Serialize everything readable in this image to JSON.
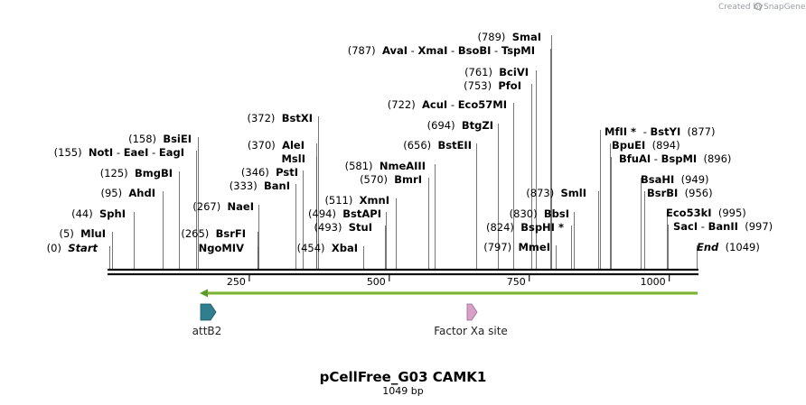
{
  "credit": {
    "text": "Created by",
    "brand": "SnapGene"
  },
  "title": "pCellFree_G03 CAMK1",
  "subtitle": "1049 bp",
  "sequence_length": 1049,
  "ticks": [
    {
      "value": 250,
      "label": "250"
    },
    {
      "value": 500,
      "label": "500"
    },
    {
      "value": 750,
      "label": "750"
    },
    {
      "value": 1000,
      "label": "1000"
    }
  ],
  "features": [
    {
      "name": "attB2",
      "label": "attB2",
      "position": 180,
      "color": "#2f7f8f",
      "direction": "forward"
    },
    {
      "name": "factor-xa-site",
      "label": "Factor Xa site",
      "position": 650,
      "color": "#d6a0c8",
      "direction": "forward"
    }
  ],
  "orf": {
    "color": "#8ac43f",
    "direction": "reverse"
  },
  "sites": [
    {
      "pos": "(0)",
      "parts": [
        {
          "t": "Start",
          "c": "it"
        }
      ],
      "at": 0
    },
    {
      "pos": "(5)",
      "parts": [
        {
          "t": "MluI",
          "c": "name"
        }
      ],
      "at": 5
    },
    {
      "pos": "(44)",
      "parts": [
        {
          "t": "SphI",
          "c": "name"
        }
      ],
      "at": 44
    },
    {
      "pos": "(95)",
      "parts": [
        {
          "t": "AhdI",
          "c": "name"
        }
      ],
      "at": 95
    },
    {
      "pos": "(125)",
      "parts": [
        {
          "t": "BmgBI",
          "c": "name"
        }
      ],
      "at": 125
    },
    {
      "pos": "(155)",
      "parts": [
        {
          "t": "NotI",
          "c": "name"
        },
        {
          "t": " - ",
          "c": "sep"
        },
        {
          "t": "EaeI",
          "c": "name"
        },
        {
          "t": " - ",
          "c": "sep"
        },
        {
          "t": "EagI",
          "c": "name"
        }
      ],
      "at": 155
    },
    {
      "pos": "(158)",
      "parts": [
        {
          "t": "BsiEI",
          "c": "name"
        }
      ],
      "at": 158
    },
    {
      "pos": "(265)",
      "parts": [
        {
          "t": "BsrFI",
          "c": "name"
        }
      ],
      "at": 265
    },
    {
      "pos": "",
      "parts": [
        {
          "t": "NgoMIV",
          "c": "name"
        }
      ],
      "at": 265
    },
    {
      "pos": "(267)",
      "parts": [
        {
          "t": "NaeI",
          "c": "name"
        }
      ],
      "at": 267
    },
    {
      "pos": "(333)",
      "parts": [
        {
          "t": "BanI",
          "c": "name"
        }
      ],
      "at": 333
    },
    {
      "pos": "(346)",
      "parts": [
        {
          "t": "PstI",
          "c": "name"
        }
      ],
      "at": 346
    },
    {
      "pos": "(370)",
      "parts": [
        {
          "t": "AleI",
          "c": "name"
        }
      ],
      "at": 370
    },
    {
      "pos": "",
      "parts": [
        {
          "t": "MslI",
          "c": "name"
        }
      ],
      "at": 370
    },
    {
      "pos": "(372)",
      "parts": [
        {
          "t": "BstXI",
          "c": "name"
        }
      ],
      "at": 372
    },
    {
      "pos": "(454)",
      "parts": [
        {
          "t": "XbaI",
          "c": "name"
        }
      ],
      "at": 454
    },
    {
      "pos": "(493)",
      "parts": [
        {
          "t": "StuI",
          "c": "name"
        }
      ],
      "at": 493
    },
    {
      "pos": "(494)",
      "parts": [
        {
          "t": "BstAPI",
          "c": "name"
        }
      ],
      "at": 494
    },
    {
      "pos": "(511)",
      "parts": [
        {
          "t": "XmnI",
          "c": "name"
        }
      ],
      "at": 511
    },
    {
      "pos": "(570)",
      "parts": [
        {
          "t": "BmrI",
          "c": "name"
        }
      ],
      "at": 570
    },
    {
      "pos": "(581)",
      "parts": [
        {
          "t": "NmeAIII",
          "c": "name"
        }
      ],
      "at": 581
    },
    {
      "pos": "(656)",
      "parts": [
        {
          "t": "BstEII",
          "c": "name"
        }
      ],
      "at": 656
    },
    {
      "pos": "(694)",
      "parts": [
        {
          "t": "BtgZI",
          "c": "name"
        }
      ],
      "at": 694
    },
    {
      "pos": "(722)",
      "parts": [
        {
          "t": "AcuI",
          "c": "name"
        },
        {
          "t": " - ",
          "c": "sep"
        },
        {
          "t": "Eco57MI",
          "c": "name"
        }
      ],
      "at": 722
    },
    {
      "pos": "(753)",
      "parts": [
        {
          "t": "PfoI",
          "c": "name"
        }
      ],
      "at": 753
    },
    {
      "pos": "(761)",
      "parts": [
        {
          "t": "BciVI",
          "c": "name"
        }
      ],
      "at": 761
    },
    {
      "pos": "(787)",
      "parts": [
        {
          "t": "AvaI",
          "c": "name"
        },
        {
          "t": " - ",
          "c": "sep"
        },
        {
          "t": "XmaI",
          "c": "name"
        },
        {
          "t": " - ",
          "c": "sep"
        },
        {
          "t": "BsoBI",
          "c": "name"
        },
        {
          "t": " - ",
          "c": "sep"
        },
        {
          "t": "TspMI",
          "c": "name"
        }
      ],
      "at": 787
    },
    {
      "pos": "(789)",
      "parts": [
        {
          "t": "SmaI",
          "c": "name"
        }
      ],
      "at": 789
    },
    {
      "pos": "(797)",
      "parts": [
        {
          "t": "MmeI",
          "c": "name"
        }
      ],
      "at": 797
    },
    {
      "pos": "(824)",
      "parts": [
        {
          "t": "BspHI",
          "c": "name"
        },
        {
          "t": " *",
          "c": "name"
        }
      ],
      "at": 824
    },
    {
      "pos": "(830)",
      "parts": [
        {
          "t": "BbsI",
          "c": "name"
        }
      ],
      "at": 830
    },
    {
      "pos": "(873)",
      "parts": [
        {
          "t": "SmlI",
          "c": "name"
        }
      ],
      "at": 873
    },
    {
      "pos": "",
      "parts": [
        {
          "t": "MfII",
          "c": "name"
        },
        {
          "t": " * ",
          "c": "name"
        },
        {
          "t": " - ",
          "c": "sep"
        },
        {
          "t": "BstYI",
          "c": "name"
        },
        {
          "t": "  (877)",
          "c": "sep"
        }
      ],
      "at": 877
    },
    {
      "pos": "",
      "parts": [
        {
          "t": "BpuEI",
          "c": "name"
        },
        {
          "t": "  (894)",
          "c": "sep"
        }
      ],
      "at": 894
    },
    {
      "pos": "",
      "parts": [
        {
          "t": "BfuAI",
          "c": "name"
        },
        {
          "t": " - ",
          "c": "sep"
        },
        {
          "t": "BspMI",
          "c": "name"
        },
        {
          "t": "  (896)",
          "c": "sep"
        }
      ],
      "at": 896
    },
    {
      "pos": "",
      "parts": [
        {
          "t": "BsaHI",
          "c": "name"
        },
        {
          "t": "  (949)",
          "c": "sep"
        }
      ],
      "at": 949
    },
    {
      "pos": "",
      "parts": [
        {
          "t": "BsrBI",
          "c": "name"
        },
        {
          "t": "  (956)",
          "c": "sep"
        }
      ],
      "at": 956
    },
    {
      "pos": "",
      "parts": [
        {
          "t": "Eco53kI",
          "c": "name"
        },
        {
          "t": "  (995)",
          "c": "sep"
        }
      ],
      "at": 995
    },
    {
      "pos": "",
      "parts": [
        {
          "t": "SacI",
          "c": "name"
        },
        {
          "t": " - ",
          "c": "sep"
        },
        {
          "t": "BanII",
          "c": "name"
        },
        {
          "t": "  (997)",
          "c": "sep"
        }
      ],
      "at": 997
    },
    {
      "pos": "",
      "parts": [
        {
          "t": "End",
          "c": "it"
        },
        {
          "t": "  (1049)",
          "c": "sep"
        }
      ],
      "at": 1049
    }
  ]
}
